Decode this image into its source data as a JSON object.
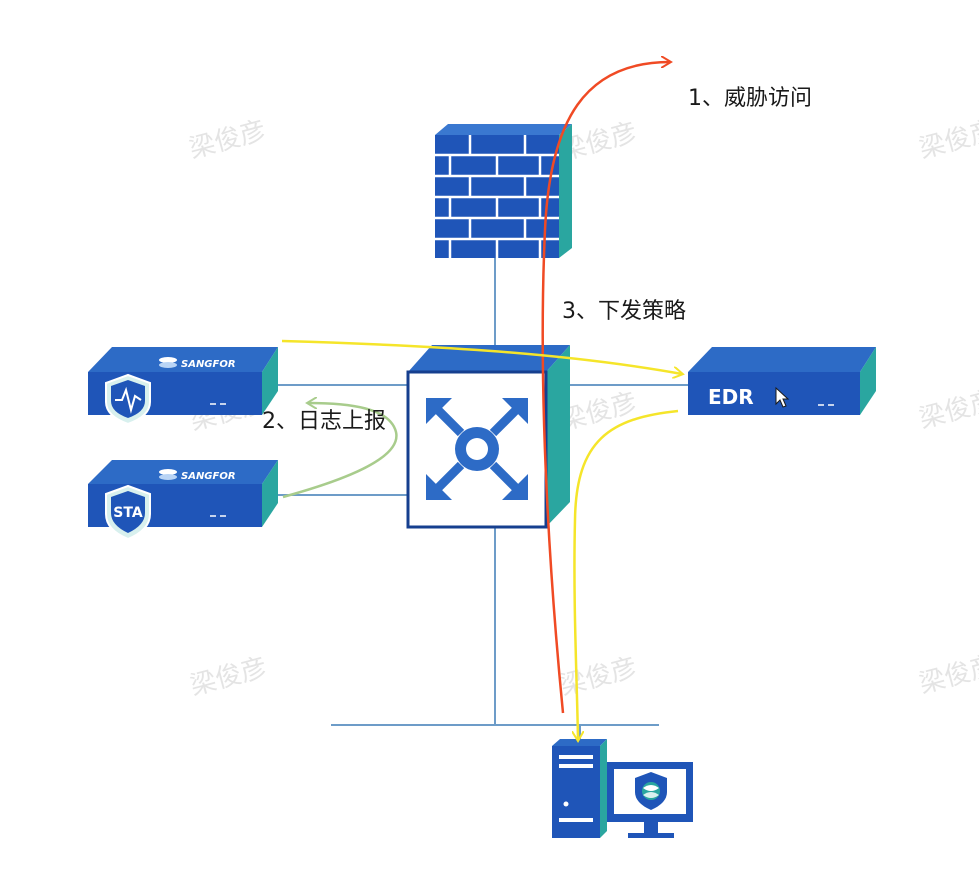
{
  "labels": {
    "threat_access": "1、威胁访问",
    "log_report": "2、日志上报",
    "issue_policy": "3、下发策略"
  },
  "devices": {
    "top_appliance_brand": "SANGFOR",
    "sta_appliance_brand": "SANGFOR",
    "sta_badge": "STA",
    "edr_label": "EDR"
  },
  "watermark": "梁俊彦",
  "colors": {
    "device_blue": "#1f55b8",
    "device_dark": "#163f8f",
    "teal_edge": "#2aa6a0",
    "line_blue": "#6d9cc8",
    "threat_arrow": "#f04a24",
    "policy_arrow": "#f5e52a",
    "log_arrow": "#a8cc8c"
  }
}
